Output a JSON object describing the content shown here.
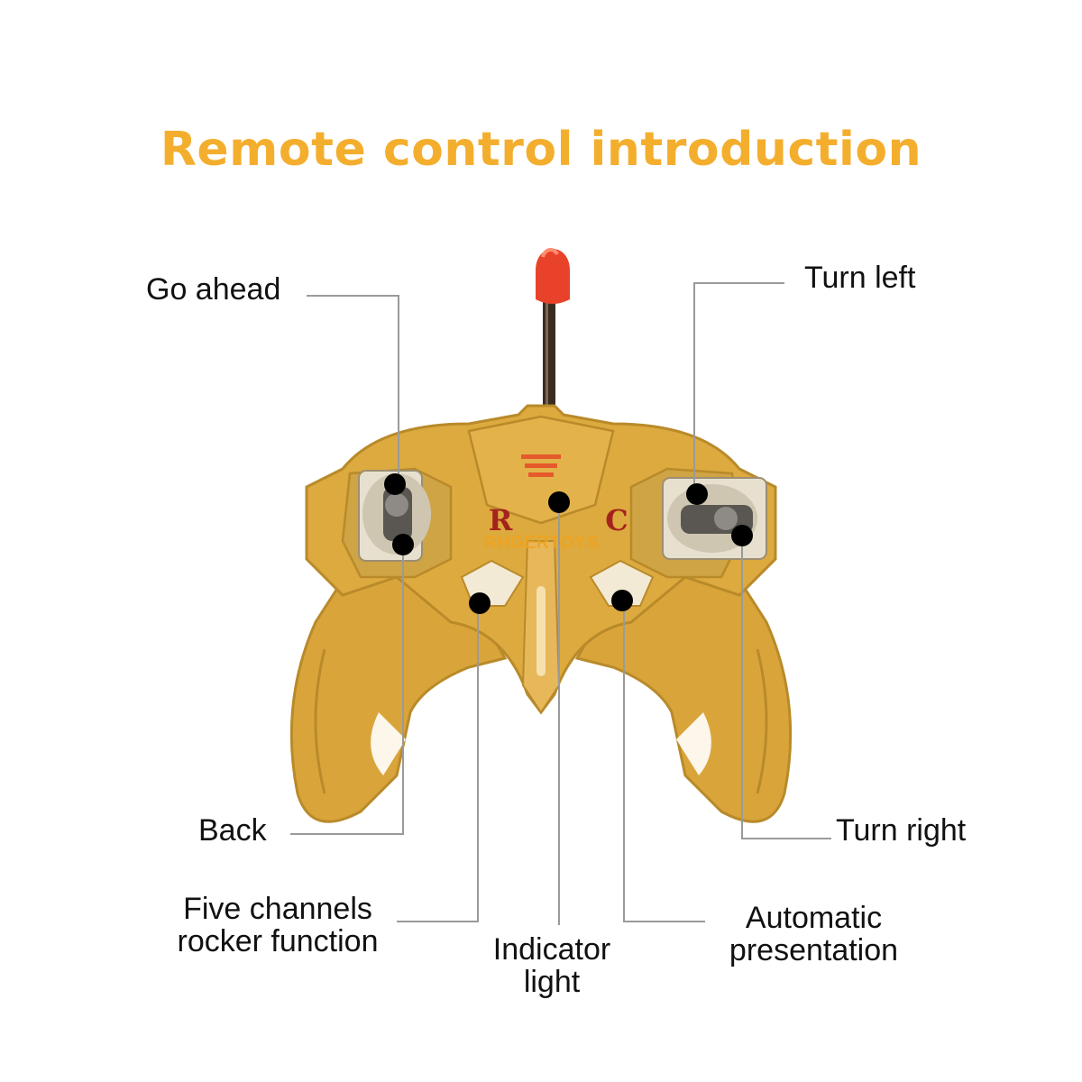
{
  "title": "Remote control introduction",
  "watermark": "RHGERTOYS",
  "rc_letters": {
    "left": "R",
    "right": "C"
  },
  "labels": {
    "go_ahead": "Go ahead",
    "turn_left": "Turn left",
    "back": "Back",
    "turn_right": "Turn right",
    "five_channels_line1": "Five channels",
    "five_channels_line2": "rocker function",
    "indicator_line1": "Indicator",
    "indicator_line2": "light",
    "automatic_line1": "Automatic",
    "automatic_line2": "presentation"
  },
  "colors": {
    "title": "#f4ae2e",
    "body": "#d9a53a",
    "body_dark": "#b98a2a",
    "antenna_tip": "#e8432a",
    "leader_line": "#9a9a9a",
    "dot": "#000000",
    "rc_letters": "#a4231c"
  }
}
